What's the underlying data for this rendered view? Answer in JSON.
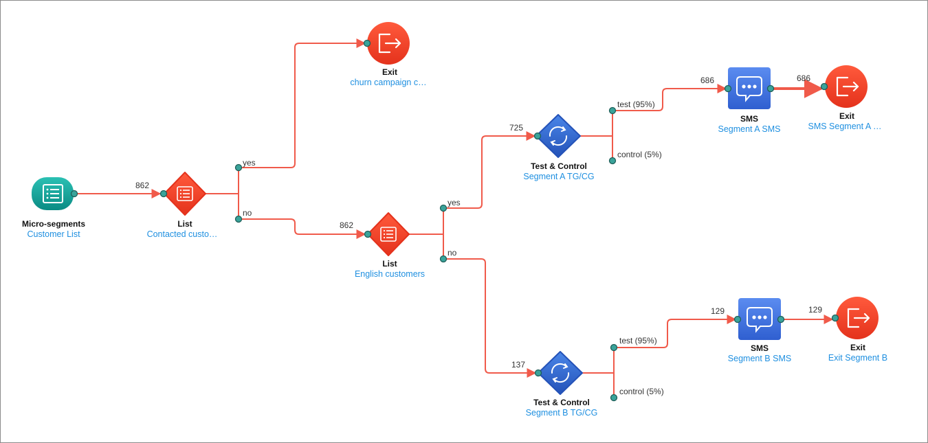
{
  "nodes": {
    "microsegments": {
      "title": "Micro-segments",
      "subtitle": "Customer List",
      "icon": "list-icon",
      "color": "#14a39a"
    },
    "list1": {
      "title": "List",
      "subtitle": "Contacted custo…",
      "icon": "list-icon",
      "color": "#f0412a"
    },
    "exit1": {
      "title": "Exit",
      "subtitle": "churn campaign c…",
      "icon": "exit-icon",
      "color": "#f0412a"
    },
    "list2": {
      "title": "List",
      "subtitle": "English customers",
      "icon": "list-icon",
      "color": "#f0412a"
    },
    "tc_a": {
      "title": "Test & Control",
      "subtitle": "Segment A TG/CG",
      "icon": "refresh-icon",
      "color": "#2f6fd1"
    },
    "sms_a": {
      "title": "SMS",
      "subtitle": "Segment A SMS",
      "icon": "chat-bubble-icon",
      "color": "#3d6fe0"
    },
    "exit_a": {
      "title": "Exit",
      "subtitle": "SMS Segment A …",
      "icon": "exit-icon",
      "color": "#f0412a"
    },
    "tc_b": {
      "title": "Test & Control",
      "subtitle": "Segment B TG/CG",
      "icon": "refresh-icon",
      "color": "#2f6fd1"
    },
    "sms_b": {
      "title": "SMS",
      "subtitle": "Segment B SMS",
      "icon": "chat-bubble-icon",
      "color": "#3d6fe0"
    },
    "exit_b": {
      "title": "Exit",
      "subtitle": "Exit Segment B",
      "icon": "exit-icon",
      "color": "#f0412a"
    }
  },
  "branches": {
    "list1_yes": "yes",
    "list1_no": "no",
    "list2_yes": "yes",
    "list2_no": "no",
    "tc_a_test": "test (95%)",
    "tc_a_control": "control (5%)",
    "tc_b_test": "test (95%)",
    "tc_b_control": "control (5%)"
  },
  "counts": {
    "to_list1": "862",
    "to_list2": "862",
    "to_tc_a": "725",
    "to_tc_b": "137",
    "to_sms_a": "686",
    "to_exit_a": "686",
    "to_sms_b": "129",
    "to_exit_b": "129"
  },
  "colors": {
    "connector": "#f05a4a",
    "port_fill": "#3aa39a",
    "port_stroke": "#1f5e58",
    "label_blue": "#1e8fe0"
  }
}
